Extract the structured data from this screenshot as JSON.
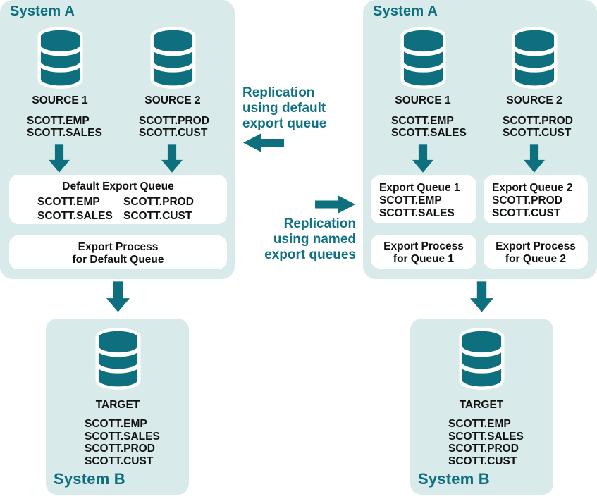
{
  "diagram": {
    "colors": {
      "teal_shape": "#0E6F7E",
      "teal_text": "#0C6E7F",
      "caption_teal": "#0F7183",
      "panel_bg": "#D8EBEA",
      "box_bg": "#FFFFFF",
      "black_text": "#111111"
    },
    "left": {
      "system_a_label": "System A",
      "system_b_label": "System B",
      "source1": {
        "label": "SOURCE 1",
        "tables": [
          "SCOTT.EMP",
          "SCOTT.SALES"
        ]
      },
      "source2": {
        "label": "SOURCE 2",
        "tables": [
          "SCOTT.PROD",
          "SCOTT.CUST"
        ]
      },
      "default_queue": {
        "title": "Default Export Queue",
        "col1": [
          "SCOTT.EMP",
          "SCOTT.SALES"
        ],
        "col2": [
          "SCOTT.PROD",
          "SCOTT.CUST"
        ]
      },
      "export_process": {
        "lines": [
          "Export Process",
          "for Default Queue"
        ]
      },
      "target": {
        "label": "TARGET",
        "tables": [
          "SCOTT.EMP",
          "SCOTT.SALES",
          "SCOTT.PROD",
          "SCOTT.CUST"
        ]
      }
    },
    "middle": {
      "default_caption": {
        "lines": [
          "Replication",
          "using default",
          "export queue"
        ]
      },
      "named_caption": {
        "lines": [
          "Replication",
          "using named",
          "export queues"
        ]
      }
    },
    "right": {
      "system_a_label": "System A",
      "system_b_label": "System B",
      "source1": {
        "label": "SOURCE 1",
        "tables": [
          "SCOTT.EMP",
          "SCOTT.SALES"
        ]
      },
      "source2": {
        "label": "SOURCE 2",
        "tables": [
          "SCOTT.PROD",
          "SCOTT.CUST"
        ]
      },
      "queue1": {
        "title": "Export Queue 1",
        "tables": [
          "SCOTT.EMP",
          "SCOTT.SALES"
        ]
      },
      "queue2": {
        "title": "Export Queue 2",
        "tables": [
          "SCOTT.PROD",
          "SCOTT.CUST"
        ]
      },
      "process1": {
        "lines": [
          "Export Process",
          "for Queue 1"
        ]
      },
      "process2": {
        "lines": [
          "Export Process",
          "for Queue 2"
        ]
      },
      "target": {
        "label": "TARGET",
        "tables": [
          "SCOTT.EMP",
          "SCOTT.SALES",
          "SCOTT.PROD",
          "SCOTT.CUST"
        ]
      }
    }
  }
}
